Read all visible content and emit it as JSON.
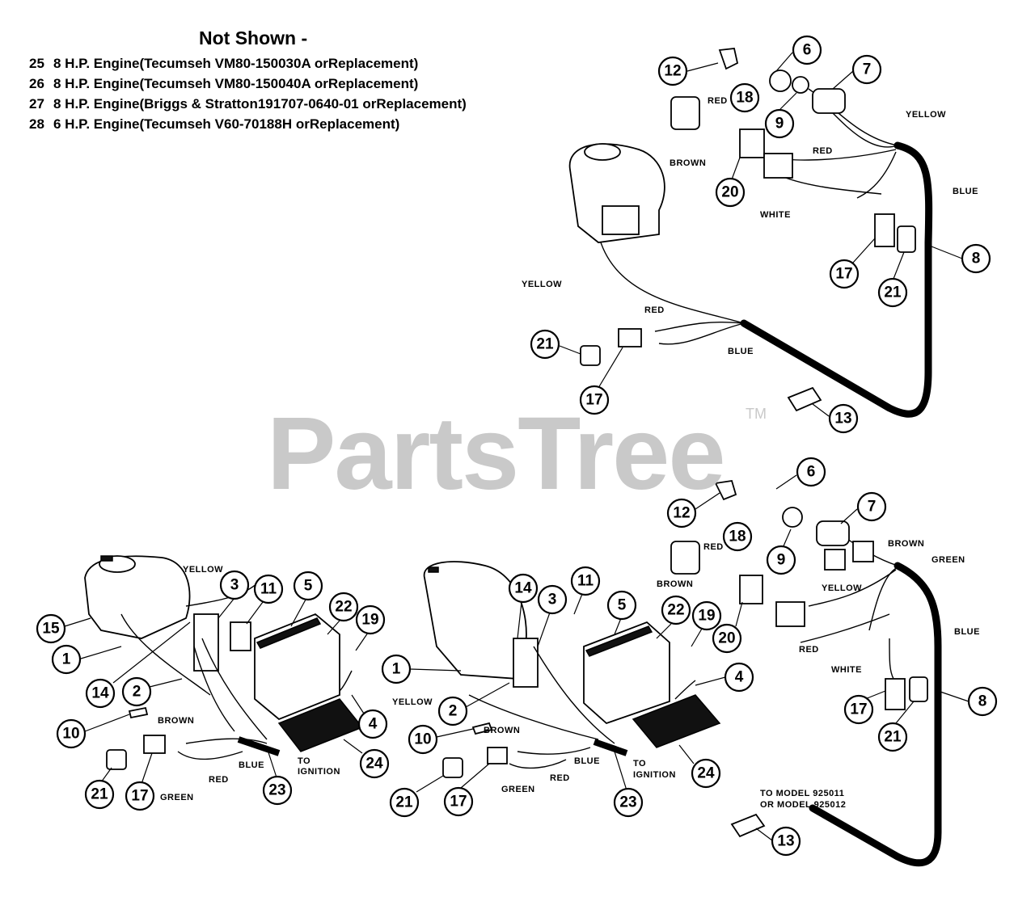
{
  "notes": {
    "title": "Not Shown -",
    "items": [
      {
        "num": "25",
        "text": "8 H.P. Engine(Tecumseh VM80-150030A orReplacement)"
      },
      {
        "num": "26",
        "text": "8 H.P. Engine(Tecumseh VM80-150040A orReplacement)"
      },
      {
        "num": "27",
        "text": "8 H.P. Engine(Briggs & Stratton191707-0640-01 orReplacement)"
      },
      {
        "num": "28",
        "text": "6 H.P. Engine(Tecumseh V60-70188H orReplacement)"
      }
    ]
  },
  "watermark": {
    "text": "PartsTree",
    "tm": "TM"
  },
  "wire_labels": {
    "yellow": "YELLOW",
    "red": "RED",
    "brown": "BROWN",
    "blue": "BLUE",
    "white": "WHITE",
    "green": "GREEN",
    "to_ignition": "TO",
    "to_ignition_2": "IGNITION",
    "to_model_1": "TO MODEL 925011",
    "to_model_2": "OR MODEL 925012"
  },
  "callouts": {
    "a12": "12",
    "a6": "6",
    "a7": "7",
    "a18": "18",
    "a9": "9",
    "a20": "20",
    "a8": "8",
    "a17": "17",
    "a21": "21",
    "a21b": "21",
    "a17b": "17",
    "a13": "13",
    "b6": "6",
    "b12": "12",
    "b18": "18",
    "b7": "7",
    "b9": "9",
    "b20": "20",
    "b8": "8",
    "b17": "17",
    "b21": "21",
    "b13": "13",
    "c15": "15",
    "c1": "1",
    "c3": "3",
    "c11": "11",
    "c5": "5",
    "c22": "22",
    "c19": "19",
    "c14": "14",
    "c2": "2",
    "c4": "4",
    "c10": "10",
    "c24": "24",
    "c21": "21",
    "c17": "17",
    "c23": "23",
    "d1": "1",
    "d14": "14",
    "d3": "3",
    "d11": "11",
    "d5": "5",
    "d22": "22",
    "d19": "19",
    "d4": "4",
    "d2": "2",
    "d10": "10",
    "d24": "24",
    "d21": "21",
    "d17": "17",
    "d23": "23"
  }
}
